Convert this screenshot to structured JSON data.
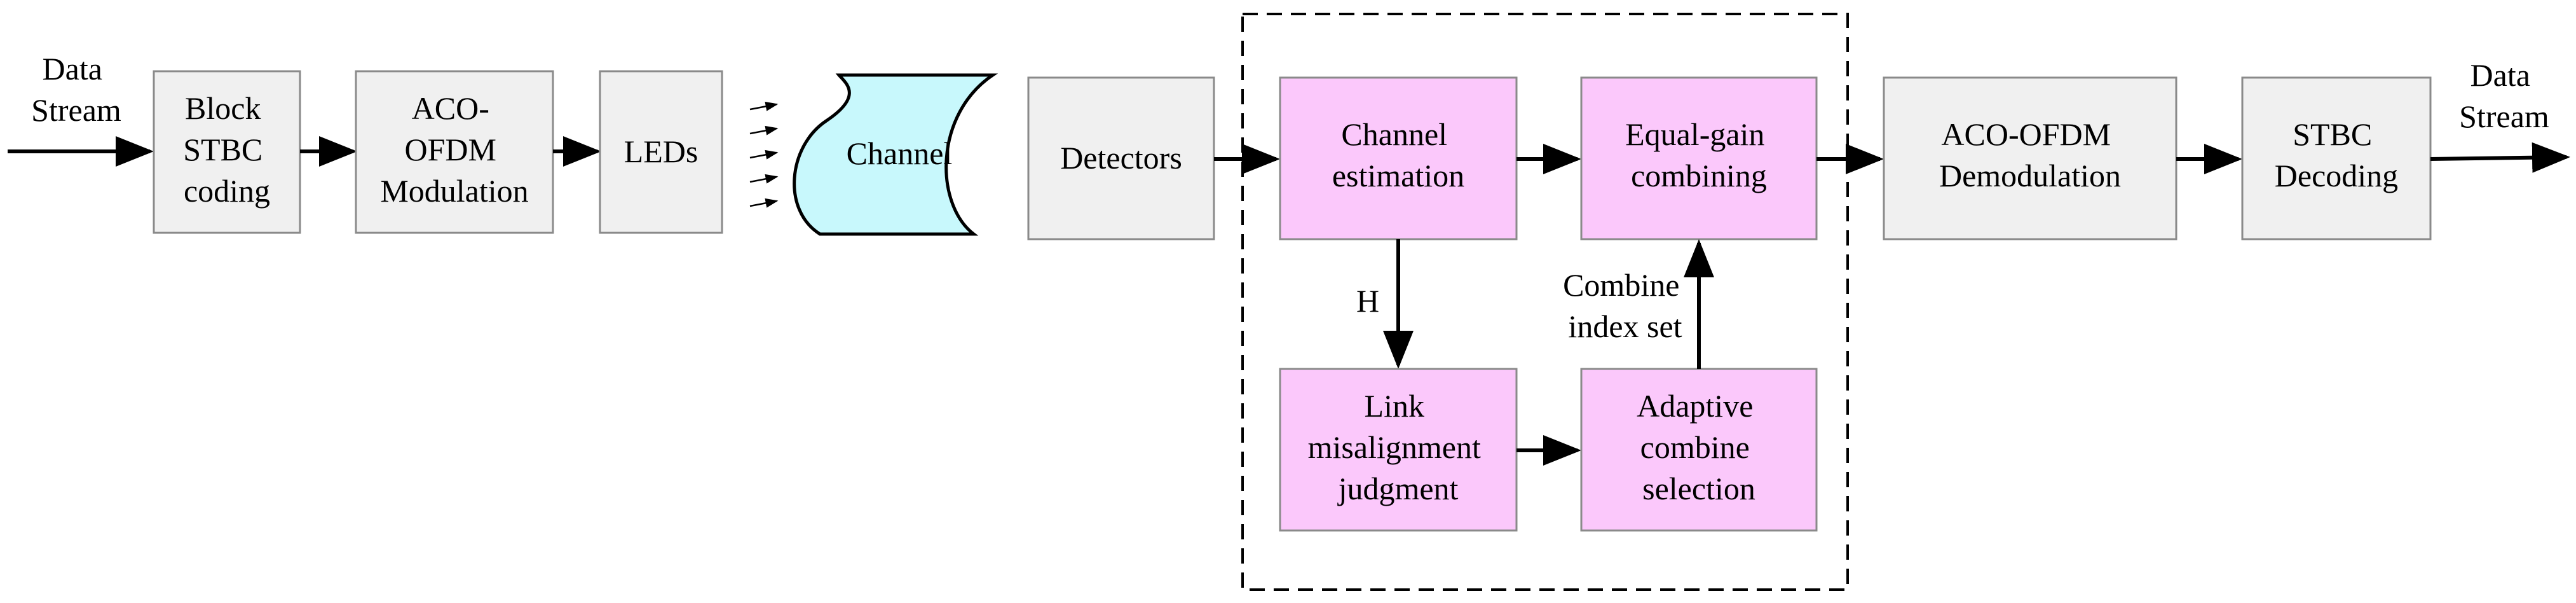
{
  "labels": {
    "input": [
      "Data",
      "Stream"
    ],
    "output": [
      "Data",
      "Stream"
    ],
    "h": "H",
    "combine_index": [
      "Combine",
      "index set"
    ]
  },
  "blocks": {
    "block_stbc": [
      "Block",
      "STBC",
      "coding"
    ],
    "aco_ofdm_mod": [
      "ACO-",
      "OFDM",
      "Modulation"
    ],
    "leds": [
      "LEDs"
    ],
    "channel": [
      "Channel"
    ],
    "detectors": [
      "Detectors"
    ],
    "channel_estimation": [
      "Channel",
      "estimation"
    ],
    "equal_gain": [
      "Equal-gain",
      "combining"
    ],
    "link_misalignment": [
      "Link",
      "misalignment",
      "judgment"
    ],
    "adaptive_combine": [
      "Adaptive",
      "combine",
      "selection"
    ],
    "aco_ofdm_demod": [
      "ACO-OFDM",
      "Demodulation"
    ],
    "stbc_decoding": [
      "STBC",
      "Decoding"
    ]
  },
  "colors": {
    "gray_block": "#f0f0f0",
    "pink_block": "#fbc8fb",
    "channel_fill": "#c8f8fc",
    "stroke": "#8a8a8a",
    "line": "#000000"
  }
}
